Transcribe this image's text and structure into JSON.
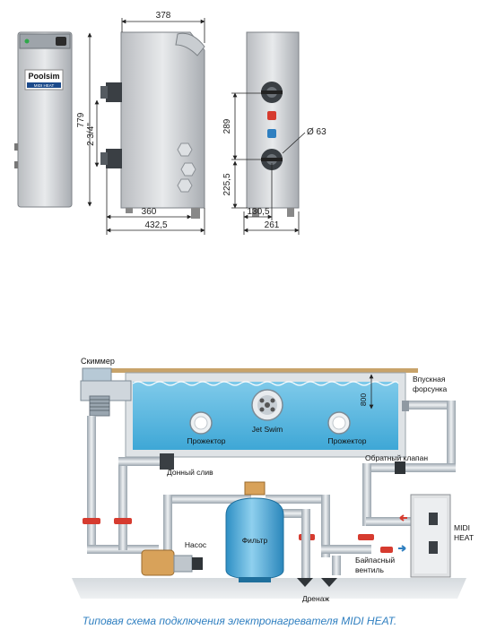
{
  "drawing": {
    "brand": "Poolsim",
    "model_plate": "MIDI HEAT",
    "dimensions": {
      "d_378": "378",
      "d_779": "779",
      "d_2_3_4": "2 3/4\"",
      "d_360": "360",
      "d_432_5": "432,5",
      "d_289": "289",
      "d_225_5": "225,5",
      "d_130_5": "130,5",
      "d_261": "261",
      "d_diam63": "Ø 63"
    }
  },
  "scheme": {
    "skimmer": "Скиммер",
    "inlet_nozzle_line1": "Впускная",
    "inlet_nozzle_line2": "форсунка",
    "depth": "800",
    "jet_swim": "Jet Swim",
    "spotlight_left": "Прожектор",
    "spotlight_right": "Прожектор",
    "bottom_drain": "Донный слив",
    "check_valve": "Обратный клапан",
    "pump": "Насос",
    "filter": "Фильтр",
    "bypass_line1": "Байпасный",
    "bypass_line2": "вентиль",
    "drainage": "Дренаж",
    "heater_line1": "MIDI",
    "heater_line2": "HEAT"
  },
  "caption": "Типовая схема подключения электронагревателя MIDI HEAT.",
  "colors": {
    "water": "#4fb3dd",
    "water_light": "#a9dbf1",
    "pipe": "#cfd6dc",
    "valve_red": "#d63b2f",
    "heater_body": "#dfe1e3",
    "accent_blue": "#2f7fc0",
    "wood": "#c8a36a",
    "pump_bronze": "#d8a25a"
  }
}
